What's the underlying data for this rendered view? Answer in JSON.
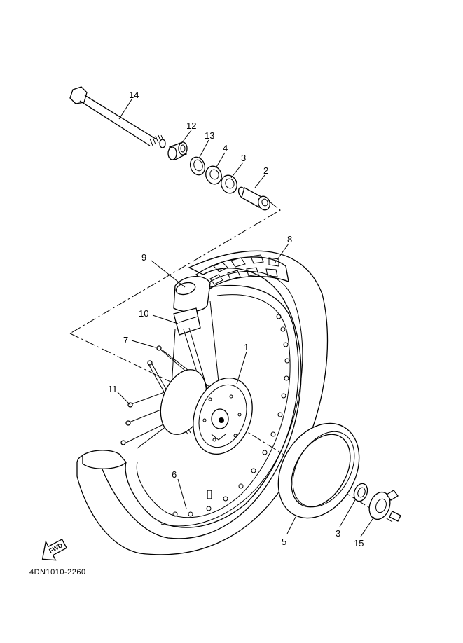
{
  "diagram": {
    "code": "4DN1010-2260",
    "direction_label": "FWD",
    "callouts": {
      "p1": "1",
      "p2": "2",
      "p3a": "3",
      "p3b": "3",
      "p4": "4",
      "p5": "5",
      "p6": "6",
      "p7": "7",
      "p8": "8",
      "p9": "9",
      "p10": "10",
      "p11": "11",
      "p12": "12",
      "p13": "13",
      "p14": "14",
      "p15": "15"
    }
  }
}
